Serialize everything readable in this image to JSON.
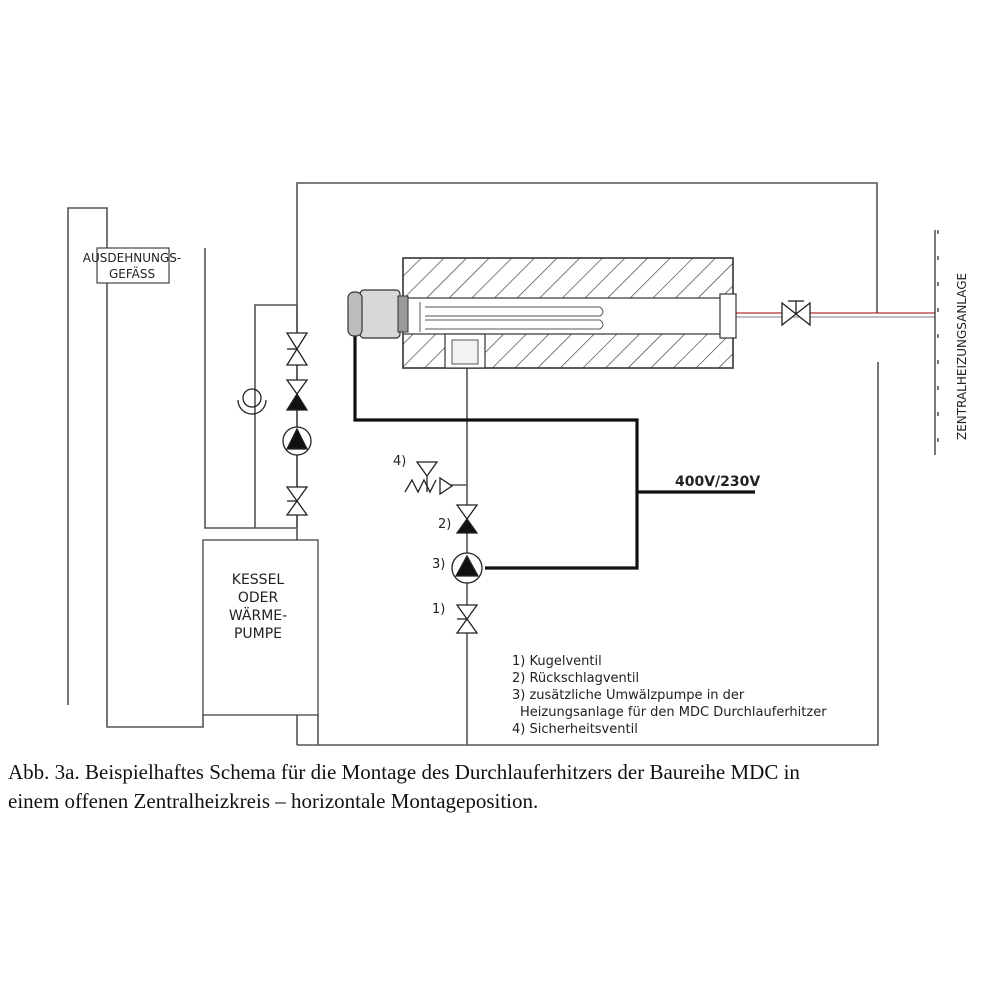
{
  "components": {
    "expansion_tank": [
      "AUSDEHNUNGS-",
      "GEFÄSS"
    ],
    "boiler": [
      "KESSEL",
      "ODER",
      "WÄRME-",
      "PUMPE"
    ],
    "heating_system": "ZENTRALHEIZUNGSANLAGE",
    "power": "400V/230V"
  },
  "markers": [
    "4)",
    "2)",
    "3)",
    "1)"
  ],
  "legend": [
    "1) Kugelventil",
    "2) Rückschlagventil",
    "3) zusätzliche Umwälzpumpe in der",
    "Heizungsanlage für den MDC Durchlauferhitzer",
    "4) Sicherheitsventil"
  ],
  "caption": [
    "Abb. 3a. Beispielhaftes Schema für die Montage des Durchlauferhitzers der Baureihe MDC in",
    "einem offenen Zentralheizkreis – horizontale Montageposition."
  ],
  "colors": {
    "line": "#555555",
    "wire": "#111111",
    "hot_pipe": "#b03030"
  }
}
